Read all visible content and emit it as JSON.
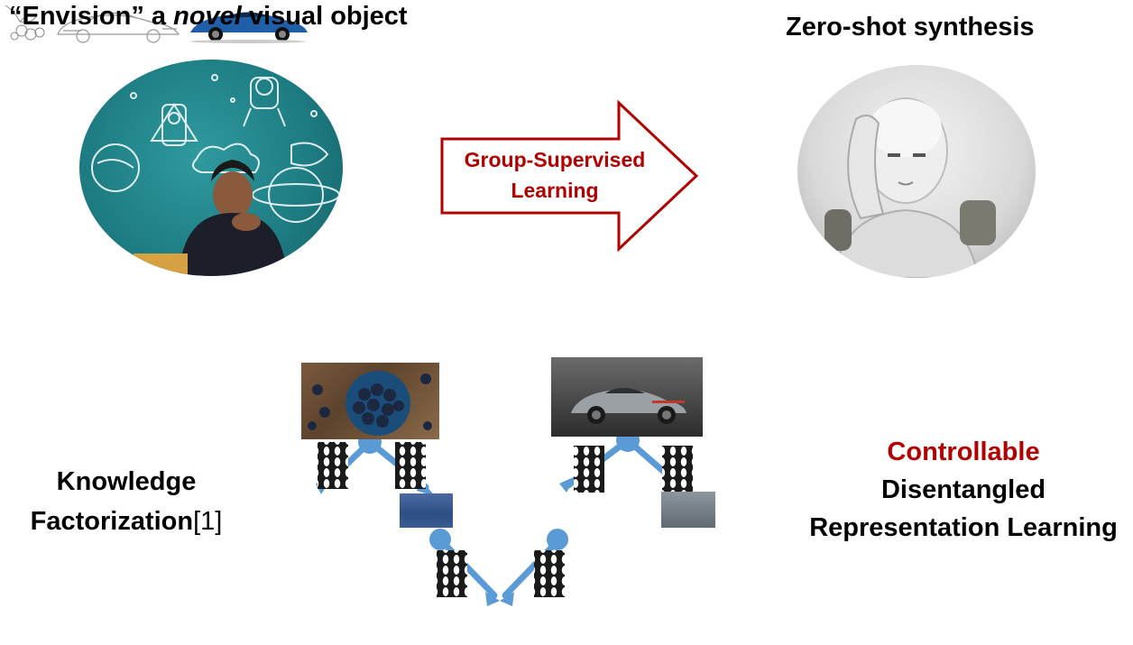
{
  "title_left": {
    "prefix": "“Envision” a ",
    "italic": "novel",
    "suffix": " visual object"
  },
  "title_right": "Zero-shot synthesis",
  "arrow": {
    "line1": "Group-Supervised",
    "line2": "Learning"
  },
  "left_label": {
    "line1": "Knowledge",
    "line2": "Factorization",
    "ref": "[1]"
  },
  "right_label": {
    "line1": "Controllable",
    "line2": "Disentangled",
    "line3": "Representation Learning"
  },
  "colors": {
    "accent_red": "#b00000",
    "tree_blue": "#5b9bd5",
    "arrow_fill": "#ffffff"
  }
}
